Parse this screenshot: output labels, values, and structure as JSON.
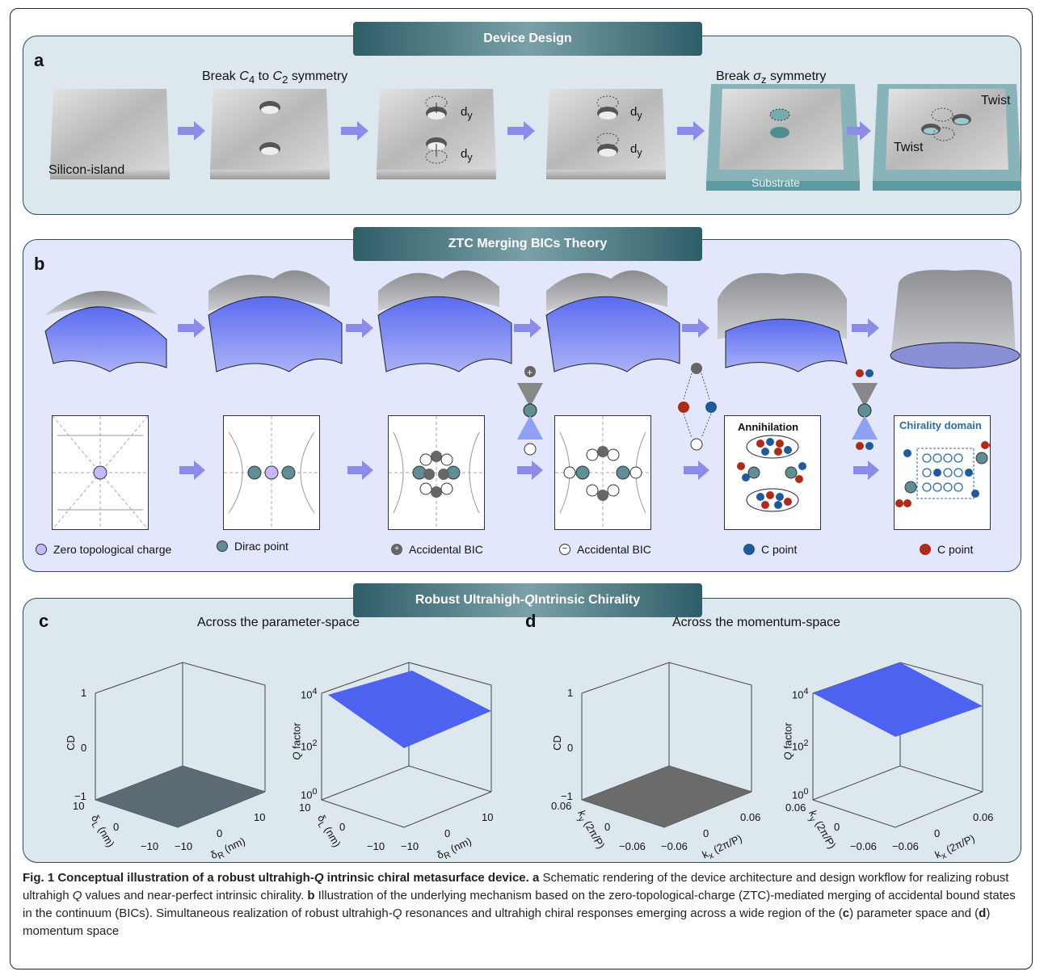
{
  "panel_a": {
    "tab": "Device Design",
    "label": "a",
    "break_c4_prefix": "Break ",
    "break_c4_mid": " to ",
    "break_c4_suffix": " symmetry",
    "c4": "C",
    "c4_sub": "4",
    "c2": "C",
    "c2_sub": "2",
    "break_sigma_prefix": "Break ",
    "sigma": "σ",
    "sigma_sub": "z",
    "break_sigma_suffix": " symmetry",
    "silicon_island": "Silicon-island",
    "dy": "d",
    "dy_sub": "y",
    "substrate": "Substrate",
    "twist": "Twist"
  },
  "panel_b": {
    "tab": "ZTC Merging BICs Theory",
    "label": "b",
    "annihilation": "Annihilation",
    "chirality_domain": "Chirality domain",
    "legend": [
      "Zero topological charge",
      "Dirac point",
      "Accidental BIC",
      "Accidental BIC",
      "C point",
      "C point"
    ]
  },
  "panel_cd": {
    "tab_prefix": "Robust Ultrahigh-",
    "tab_q": "Q",
    "tab_suffix": " Intrinsic Chirality",
    "label_c": "c",
    "label_d": "d",
    "title_c": "Across the parameter-space",
    "title_d": "Across the momentum-space",
    "cd_label": "CD",
    "q_label_italic": "Q",
    "q_label_rest": " factor",
    "cd_ticks": [
      "1",
      "0",
      "−1"
    ],
    "q_ticks": [
      "10",
      "10",
      "10"
    ],
    "q_exps": [
      "4",
      "2",
      "0"
    ],
    "param_ticks_left": [
      "10",
      "0",
      "−10"
    ],
    "param_ticks_right": [
      "−10",
      "0",
      "10"
    ],
    "delta_l": "δ",
    "delta_l_sub": "L",
    "delta_r": "δ",
    "delta_r_sub": "R",
    "nm": " (nm)",
    "mom_ticks_left": [
      "0.06",
      "0",
      "−0.06"
    ],
    "mom_ticks_right": [
      "−0.06",
      "0",
      "0.06"
    ],
    "ky": "k",
    "ky_sub": "y",
    "kx": "k",
    "kx_sub": "x",
    "twopip": " (2π/P)"
  },
  "caption": {
    "fig_label": "Fig. 1 Conceptual illustration of a robust ultrahigh-",
    "fig_q": "Q",
    "fig_label_end": " intrinsic chiral metasurface device.",
    "a_bold": " a",
    "a_text": " Schematic rendering of the device architecture and design workflow for realizing robust ultrahigh ",
    "a_q": "Q",
    "a_text2": " values and near-perfect intrinsic chirality. ",
    "b_bold": "b",
    "b_text": " Illustration of the underlying mechanism based on the zero-topological-charge (ZTC)-mediated merging of accidental bound states in the continuum (BICs). Simultaneous realization of robust ultrahigh-",
    "b_q": "Q",
    "b_text2": " resonances and ultrahigh chiral responses emerging across a wide region of the (",
    "c_bold": "c",
    "c_text": ") parameter space and (",
    "d_bold": "d",
    "d_text": ") momentum space"
  },
  "colors": {
    "panel_a_bg": "#dde8ee",
    "panel_b_bg": "#e2e7fb",
    "tab": "#2f5e68",
    "arrow": "#8c8be8",
    "dirac": "#5f8f94",
    "zero_charge": "#c5b8ff",
    "c_point_blue": "#1f5a9a",
    "c_point_red": "#b02a1a",
    "q_surface": "#4d63f0",
    "cd_surface": "#5c6a73"
  }
}
